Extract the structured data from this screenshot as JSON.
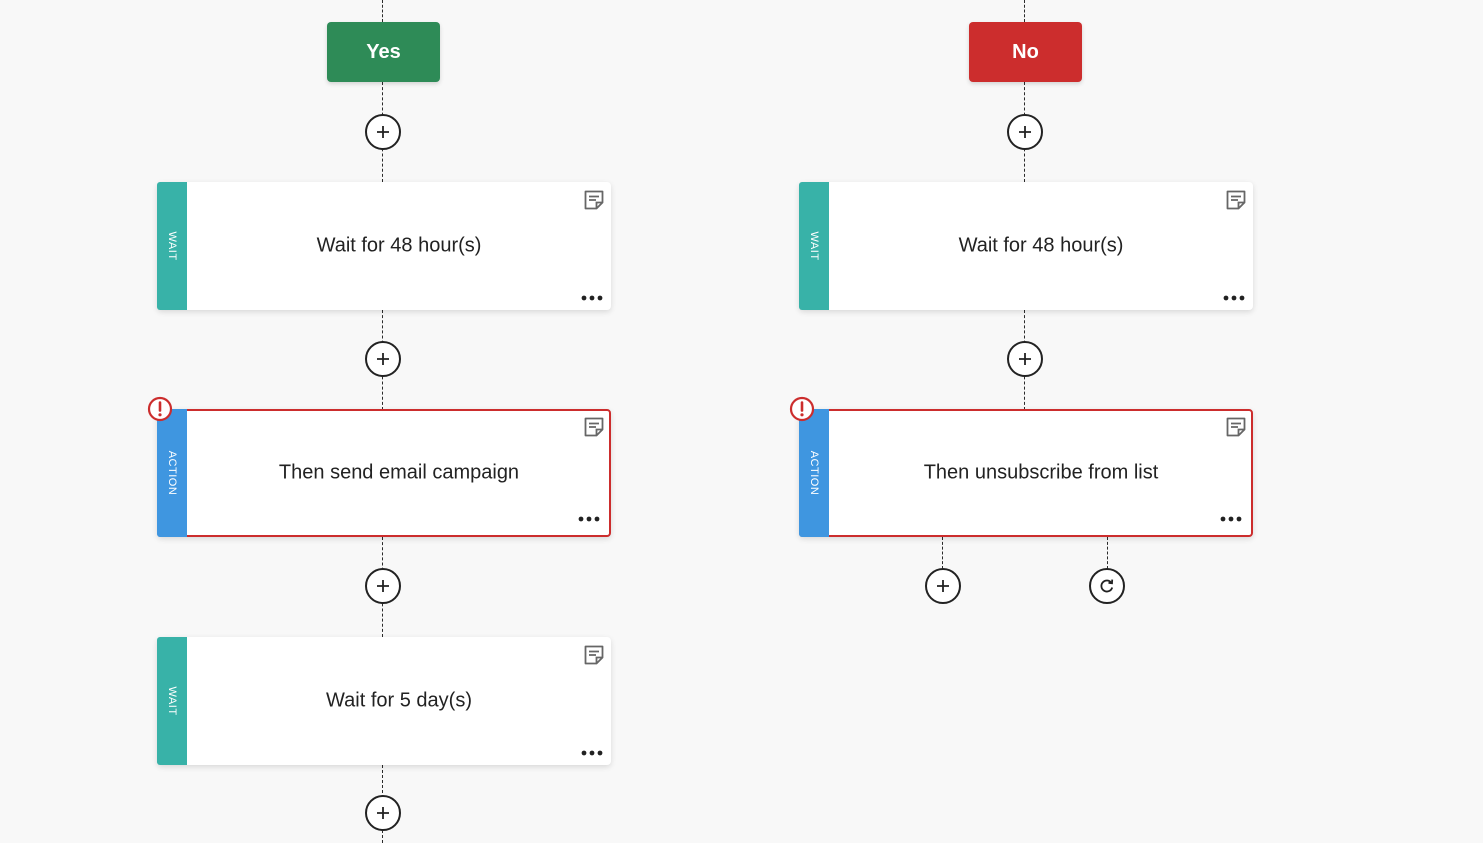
{
  "branches": {
    "yes": {
      "label": "Yes",
      "color": "#2e8b57",
      "steps": [
        {
          "type": "wait",
          "strip_label": "WAIT",
          "title": "Wait for 48 hour(s)",
          "error": false
        },
        {
          "type": "action",
          "strip_label": "ACTION",
          "title": "Then send email campaign",
          "error": true
        },
        {
          "type": "wait",
          "strip_label": "WAIT",
          "title": "Wait for 5 day(s)",
          "error": false
        }
      ]
    },
    "no": {
      "label": "No",
      "color": "#cc2d2d",
      "steps": [
        {
          "type": "wait",
          "strip_label": "WAIT",
          "title": "Wait for 48 hour(s)",
          "error": false
        },
        {
          "type": "action",
          "strip_label": "ACTION",
          "title": "Then unsubscribe from list",
          "error": true
        }
      ]
    }
  },
  "icons": {
    "add": "plus-icon",
    "note": "note-icon",
    "more": "more-horizontal-icon",
    "error": "exclamation-icon",
    "loop": "refresh-icon"
  },
  "colors": {
    "wait_strip": "#38b2a8",
    "action_strip": "#3f96e0",
    "error_border": "#cc2d2d"
  }
}
